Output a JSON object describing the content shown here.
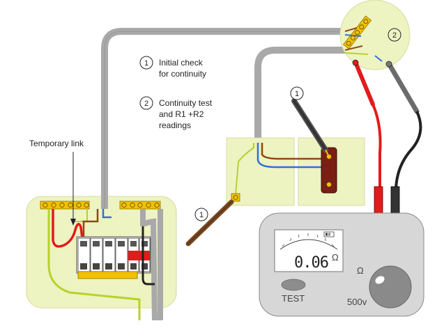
{
  "legend": {
    "item1": {
      "number": "1",
      "text_line1": "Initial check",
      "text_line2": "for continuity"
    },
    "item2": {
      "number": "2",
      "text_line1": "Continuity test",
      "text_line2": "and R1 +R2",
      "text_line3": "readings"
    }
  },
  "labels": {
    "temporary_link": "Temporary link",
    "marker_light_switch": "1",
    "marker_probe": "1",
    "marker_junction": "2"
  },
  "meter": {
    "reading": "0.06",
    "unit_symbol": "Ω",
    "range_symbol": "Ω",
    "test_button": "TEST",
    "voltage": "500v"
  },
  "colors": {
    "panel_fill": "#eef3c2",
    "cable_grey": "#a9a9a9",
    "live_brown": "#8b4a14",
    "neutral_blue": "#2f6fd6",
    "earth_green_yellow": "#b7d22a",
    "probe_red": "#e21b1b",
    "probe_black": "#222222",
    "terminal_yellow": "#f2c200",
    "meter_body": "#d7d7d7"
  }
}
